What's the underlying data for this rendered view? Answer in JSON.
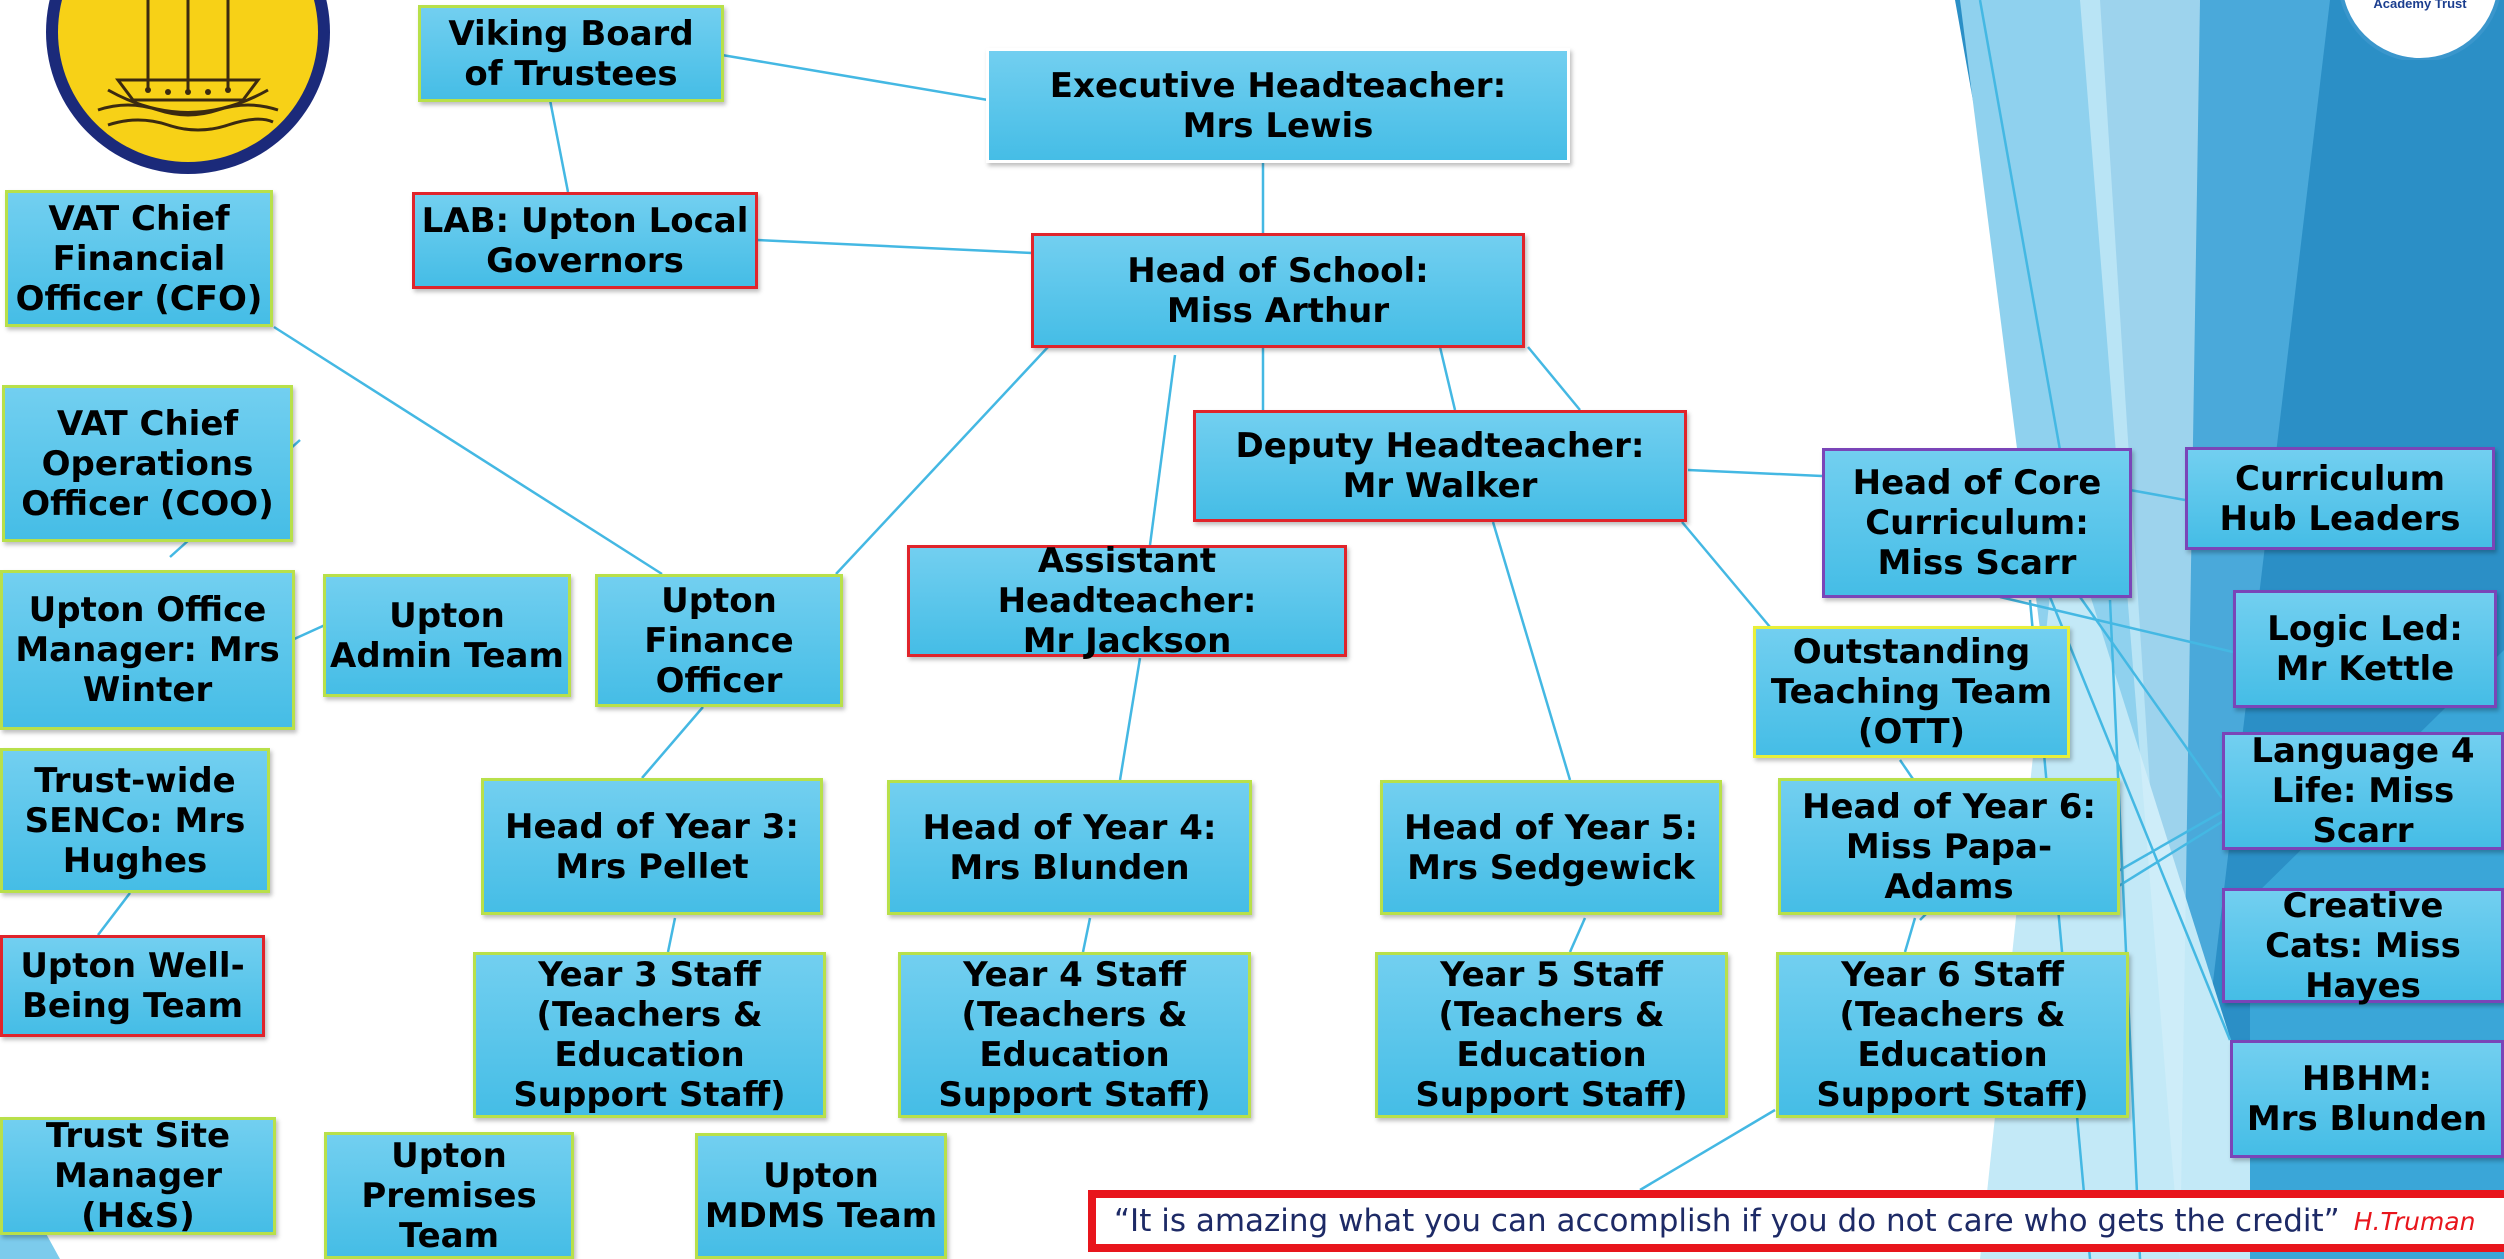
{
  "logo": {
    "trust_name": "Academy Trust"
  },
  "boxes": {
    "viking_board": {
      "line1": "Viking Board of Trustees",
      "line2": ""
    },
    "exec_head": {
      "line1": "Executive Headteacher:",
      "line2": "Mrs Lewis"
    },
    "lab_governors": {
      "line1": "LAB: Upton Local Governors",
      "line2": ""
    },
    "head_of_school": {
      "line1": "Head of School:",
      "line2": "Miss Arthur"
    },
    "vat_cfo": {
      "line1": "VAT Chief Financial Officer (CFO)",
      "line2": ""
    },
    "vat_coo": {
      "line1": "VAT Chief Operations Officer (COO)",
      "line2": ""
    },
    "deputy_head": {
      "line1": "Deputy Headteacher:",
      "line2": "Mr Walker"
    },
    "head_core": {
      "line1": "Head of Core Curriculum: Miss Scarr",
      "line2": ""
    },
    "curriculum_hub": {
      "line1": "Curriculum Hub Leaders",
      "line2": ""
    },
    "office_manager": {
      "line1": "Upton Office Manager: Mrs Winter",
      "line2": ""
    },
    "admin_team": {
      "line1": "Upton Admin Team",
      "line2": ""
    },
    "finance_officer": {
      "line1": "Upton Finance Officer",
      "line2": ""
    },
    "assistant_head": {
      "line1": "Assistant Headteacher:",
      "line2": "Mr Jackson"
    },
    "logic_led": {
      "line1": "Logic Led:",
      "line2": "Mr Kettle"
    },
    "ott": {
      "line1": "Outstanding Teaching Team (OTT)",
      "line2": ""
    },
    "senco": {
      "line1": "Trust-wide SENCo: Mrs Hughes",
      "line2": ""
    },
    "language4life": {
      "line1": "Language 4 Life: Miss Scarr",
      "line2": ""
    },
    "hoy3": {
      "line1": "Head of Year 3:",
      "line2": "Mrs Pellet"
    },
    "hoy4": {
      "line1": "Head of Year 4:",
      "line2": "Mrs Blunden"
    },
    "hoy5": {
      "line1": "Head of Year 5:",
      "line2": "Mrs Sedgewick"
    },
    "hoy6": {
      "line1": "Head of Year 6:",
      "line2": "Miss Papa-Adams"
    },
    "wellbeing": {
      "line1": "Upton Well-Being Team",
      "line2": ""
    },
    "creative_cats": {
      "line1": "Creative Cats: Miss Hayes",
      "line2": ""
    },
    "y3_staff": {
      "line1": "Year 3 Staff (Teachers & Education Support Staff)",
      "line2": ""
    },
    "y4_staff": {
      "line1": "Year 4 Staff (Teachers & Education Support Staff)",
      "line2": ""
    },
    "y5_staff": {
      "line1": "Year 5 Staff (Teachers & Education Support Staff)",
      "line2": ""
    },
    "y6_staff": {
      "line1": "Year 6 Staff (Teachers & Education Support Staff)",
      "line2": ""
    },
    "hbhm": {
      "line1": "HBHM:",
      "line2": "Mrs Blunden"
    },
    "site_manager": {
      "line1": "Trust Site Manager (H&S)",
      "line2": ""
    },
    "premises": {
      "line1": "Upton Premises Team",
      "line2": ""
    },
    "mdms": {
      "line1": "Upton MDMS Team",
      "line2": ""
    }
  },
  "quote": {
    "text": "“It is amazing what you can accomplish if you do not care who gets the credit”",
    "author": "H.Truman"
  },
  "colors": {
    "box_fill": "#4fc1e8",
    "border_green": "#b8e04a",
    "border_red": "#e0242b",
    "border_purple": "#7a45b8",
    "connector": "#44b8e3",
    "quote_red": "#e8151c",
    "logo_yellow": "#f7d117",
    "logo_navy": "#1b2a7a"
  }
}
